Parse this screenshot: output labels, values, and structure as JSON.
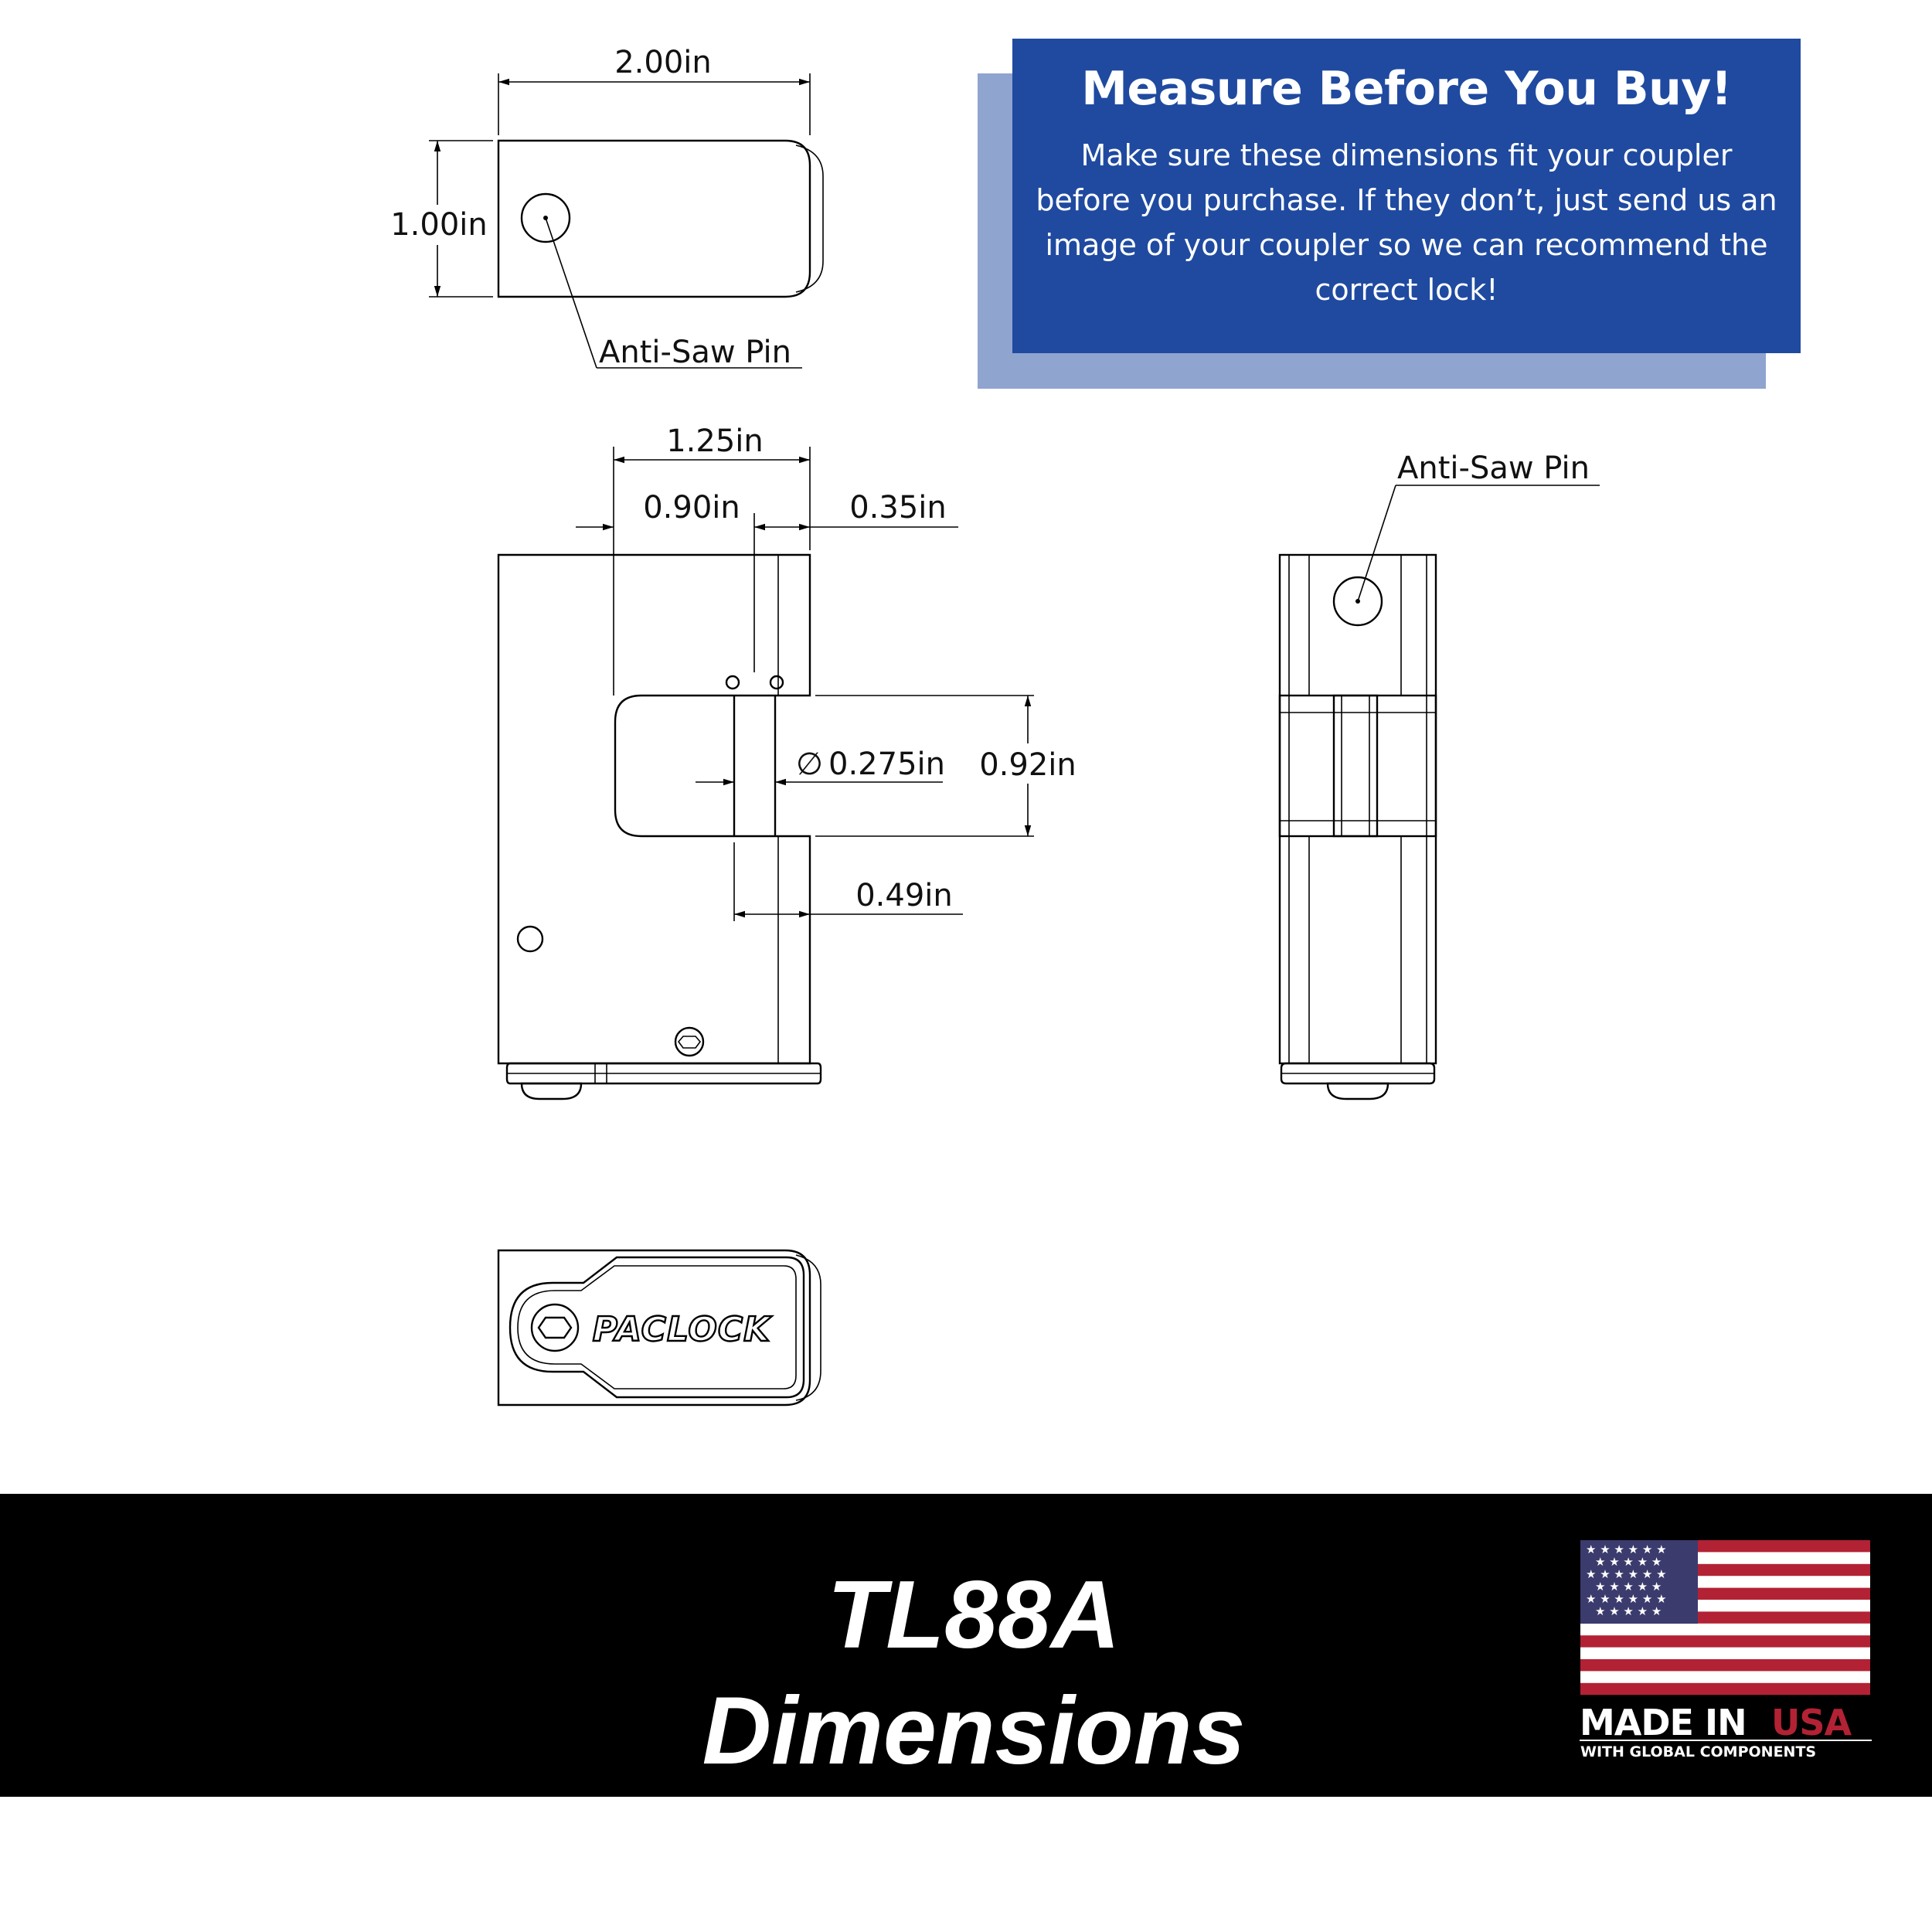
{
  "promo": {
    "title": "Measure Before You Buy!",
    "body": "Make sure these dimensions fit your coupler before you purchase. If they don’t, just send us an image of your coupler so we can recommend the correct lock!",
    "box_color": "#1f4aa0",
    "shadow_color": "#8fa4cf"
  },
  "drawing": {
    "top_view": {
      "width_label": "2.00in",
      "height_label": "1.00in",
      "pin_callout": "Anti-Saw Pin"
    },
    "front_view": {
      "overall_width": "1.25in",
      "left_width": "0.90in",
      "right_width": "0.35in",
      "pin_diameter": "0.275in",
      "diameter_symbol": "∅",
      "gap_height": "0.92in",
      "lower_offset": "0.49in"
    },
    "side_view": {
      "pin_callout": "Anti-Saw Pin"
    },
    "bottom_view": {
      "brand_engraving": "PACLOCK"
    }
  },
  "banner": {
    "line1": "TL88A",
    "line2": "Dimensions",
    "background": "#000000"
  },
  "badge": {
    "made_in": "MADE IN",
    "usa": "USA",
    "sub": "WITH GLOBAL COMPONENTS",
    "red": "#b22234",
    "blue": "#3c3b6e"
  }
}
